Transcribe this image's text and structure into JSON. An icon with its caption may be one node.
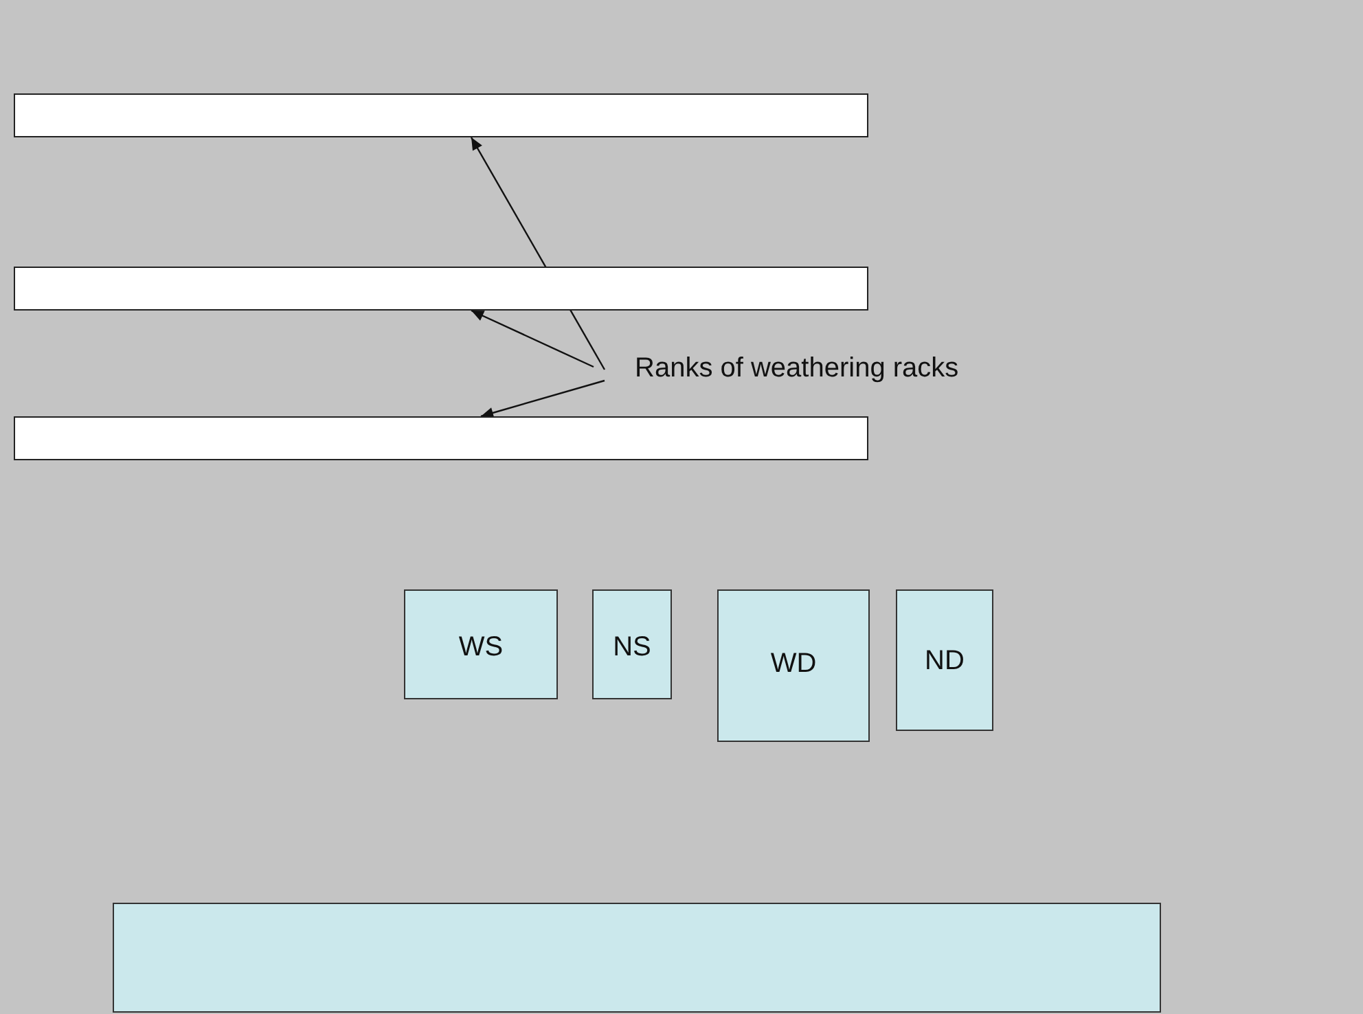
{
  "diagram": {
    "nodes": [
      {
        "text": [],
        "shape": "bar"
      },
      {
        "text": [],
        "shape": "bar"
      },
      {
        "text": [],
        "shape": "bar"
      },
      {
        "text": [
          "Ranks of weathering racks"
        ]
      },
      {
        "text": [
          "WS"
        ]
      },
      {
        "text": [
          "NS"
        ]
      },
      {
        "text": [
          "WD"
        ]
      },
      {
        "text": [
          "ND"
        ]
      },
      {
        "text": [],
        "shape": "box"
      }
    ],
    "edges": [
      {
        "from": 3,
        "to": 0,
        "arrow": "to"
      },
      {
        "from": 3,
        "to": 1,
        "arrow": "to"
      },
      {
        "from": 3,
        "to": 2,
        "arrow": "to"
      }
    ]
  }
}
